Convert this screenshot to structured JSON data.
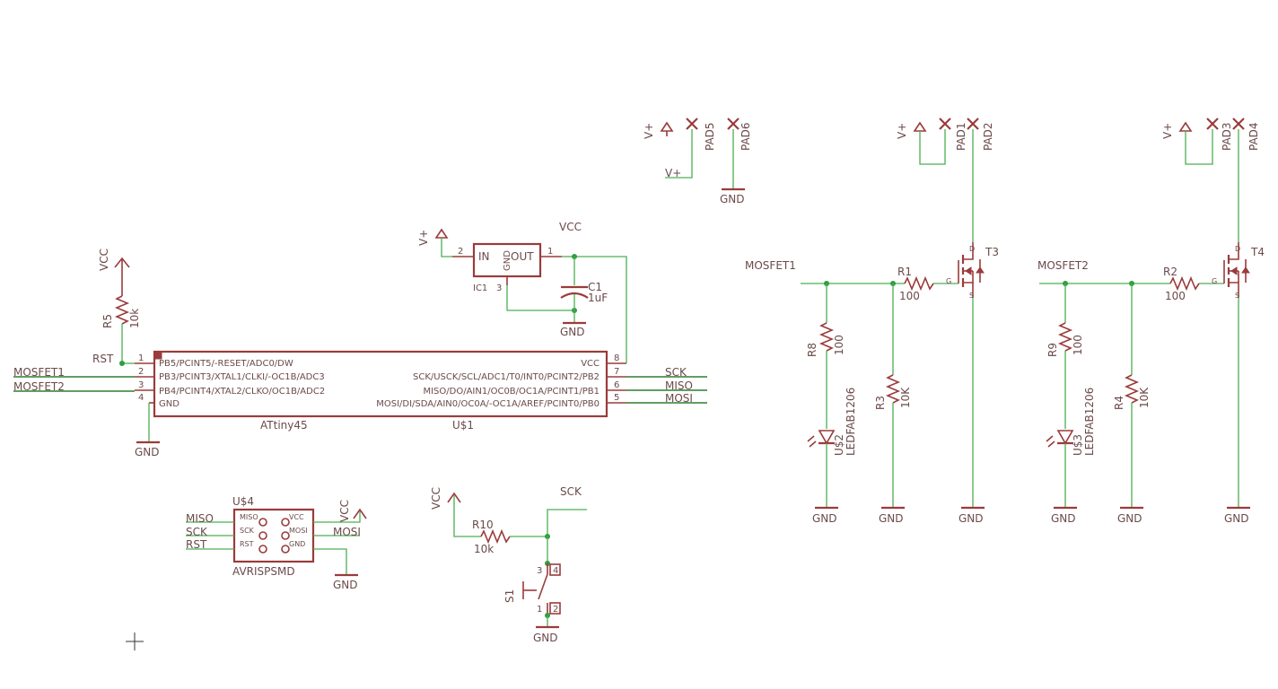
{
  "colors": {
    "wire": "#4caf50",
    "part": "#9b3b3b",
    "text": "#6b4a4a",
    "junction": "#2e9e3e"
  },
  "mcu": {
    "name": "ATtiny45",
    "ref": "U$1",
    "left_pins": [
      "PB5/PCINT5/-RESET/ADC0/DW",
      "PB3/PCINT3/XTAL1/CLKI/-OC1B/ADC3",
      "PB4/PCINT4/XTAL2/CLKO/OC1B/ADC2",
      "GND"
    ],
    "left_nums": [
      "1",
      "2",
      "3",
      "4"
    ],
    "right_pins": [
      "VCC",
      "SCK/USCK/SCL/ADC1/T0/INT0/PCINT2/PB2",
      "MISO/DO/AIN1/OC0B/OC1A/PCINT1/PB1",
      "MOSI/DI/SDA/AIN0/OC0A/-OC1A/AREF/PCINT0/PB0"
    ],
    "right_nums": [
      "8",
      "7",
      "6",
      "5"
    ]
  },
  "nets": {
    "rst": "RST",
    "mosfet1": "MOSFET1",
    "mosfet2": "MOSFET2",
    "sck": "SCK",
    "miso": "MISO",
    "mosi": "MOSI",
    "vcc": "VCC",
    "vplus": "V+",
    "gnd": "GND"
  },
  "parts": {
    "r5": {
      "ref": "R5",
      "value": "10k"
    },
    "r10": {
      "ref": "R10",
      "value": "10k"
    },
    "r1": {
      "ref": "R1",
      "value": "100"
    },
    "r2": {
      "ref": "R2",
      "value": "100"
    },
    "r3": {
      "ref": "R3",
      "value": "10K"
    },
    "r4": {
      "ref": "R4",
      "value": "10K"
    },
    "r8": {
      "ref": "R8",
      "value": "100"
    },
    "r9": {
      "ref": "R9",
      "value": "100"
    },
    "c1": {
      "ref": "C1",
      "value": "1uF"
    },
    "ic1": {
      "ref": "IC1",
      "in": "IN",
      "out": "OUT",
      "gnd": "GND",
      "pin_in": "2",
      "pin_out": "1",
      "pin_gnd": "3"
    },
    "u4": {
      "ref": "U$4",
      "value": "AVRISPSMD",
      "pins_left": [
        "MISO",
        "SCK",
        "RST"
      ],
      "pins_right": [
        "VCC",
        "MOSI",
        "GND"
      ]
    },
    "u2": {
      "ref": "U$2",
      "value": "LEDFAB1206"
    },
    "u3": {
      "ref": "U$3",
      "value": "LEDFAB1206"
    },
    "t3": {
      "ref": "T3",
      "d": "D",
      "g": "G",
      "s": "S"
    },
    "t4": {
      "ref": "T4",
      "d": "D",
      "g": "G",
      "s": "S"
    },
    "s1": {
      "ref": "S1",
      "pins": [
        "1",
        "2",
        "3",
        "4"
      ]
    },
    "pads": [
      "PAD1",
      "PAD2",
      "PAD3",
      "PAD4",
      "PAD5",
      "PAD6"
    ]
  }
}
